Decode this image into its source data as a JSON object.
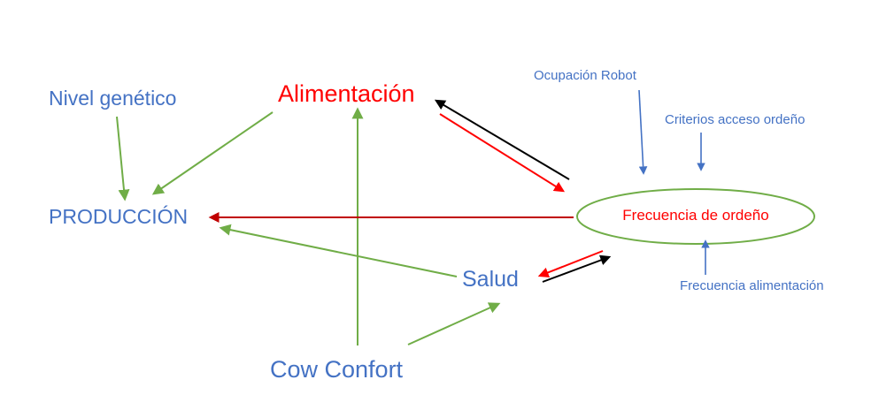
{
  "diagram": {
    "nodes": {
      "nivel_genetico": {
        "label": "Nivel genético",
        "color": "#4472C4"
      },
      "alimentacion": {
        "label": "Alimentación",
        "color": "#FF0000"
      },
      "ocupacion_robot": {
        "label": "Ocupación Robot",
        "color": "#4472C4"
      },
      "criterios_acceso": {
        "label": "Criterios acceso ordeño",
        "color": "#4472C4"
      },
      "produccion": {
        "label": "PRODUCCIÓN",
        "color": "#4472C4"
      },
      "frecuencia_ordeno": {
        "label": "Frecuencia de ordeño",
        "color": "#FF0000"
      },
      "salud": {
        "label": "Salud",
        "color": "#4472C4"
      },
      "frecuencia_alimentacion": {
        "label": "Frecuencia alimentación",
        "color": "#4472C4"
      },
      "cow_confort": {
        "label": "Cow Confort",
        "color": "#4472C4"
      }
    },
    "edges": [
      {
        "from": "Nivel genético",
        "to": "PRODUCCIÓN",
        "color": "#70AD47"
      },
      {
        "from": "Alimentación",
        "to": "PRODUCCIÓN",
        "color": "#70AD47"
      },
      {
        "from": "Cow Confort",
        "to": "Alimentación",
        "color": "#70AD47"
      },
      {
        "from": "Cow Confort",
        "to": "Salud",
        "color": "#70AD47"
      },
      {
        "from": "Salud",
        "to": "PRODUCCIÓN",
        "color": "#70AD47"
      },
      {
        "from": "Frecuencia de ordeño",
        "to": "PRODUCCIÓN",
        "color": "#C00000"
      },
      {
        "from": "Alimentación",
        "to": "Frecuencia de ordeño",
        "color": "#FF0000"
      },
      {
        "from": "Frecuencia de ordeño",
        "to": "Alimentación",
        "color": "#000000"
      },
      {
        "from": "Frecuencia de ordeño",
        "to": "Salud",
        "color": "#FF0000"
      },
      {
        "from": "Salud",
        "to": "Frecuencia de ordeño",
        "color": "#000000"
      },
      {
        "from": "Ocupación Robot",
        "to": "Frecuencia de ordeño",
        "color": "#4472C4"
      },
      {
        "from": "Criterios acceso ordeño",
        "to": "Frecuencia de ordeño",
        "color": "#4472C4"
      },
      {
        "from": "Frecuencia alimentación",
        "to": "Frecuencia de ordeño",
        "color": "#4472C4"
      }
    ],
    "colors": {
      "blue": "#4472C4",
      "green": "#70AD47",
      "red": "#FF0000",
      "dark_red": "#C00000",
      "black": "#000000"
    }
  }
}
